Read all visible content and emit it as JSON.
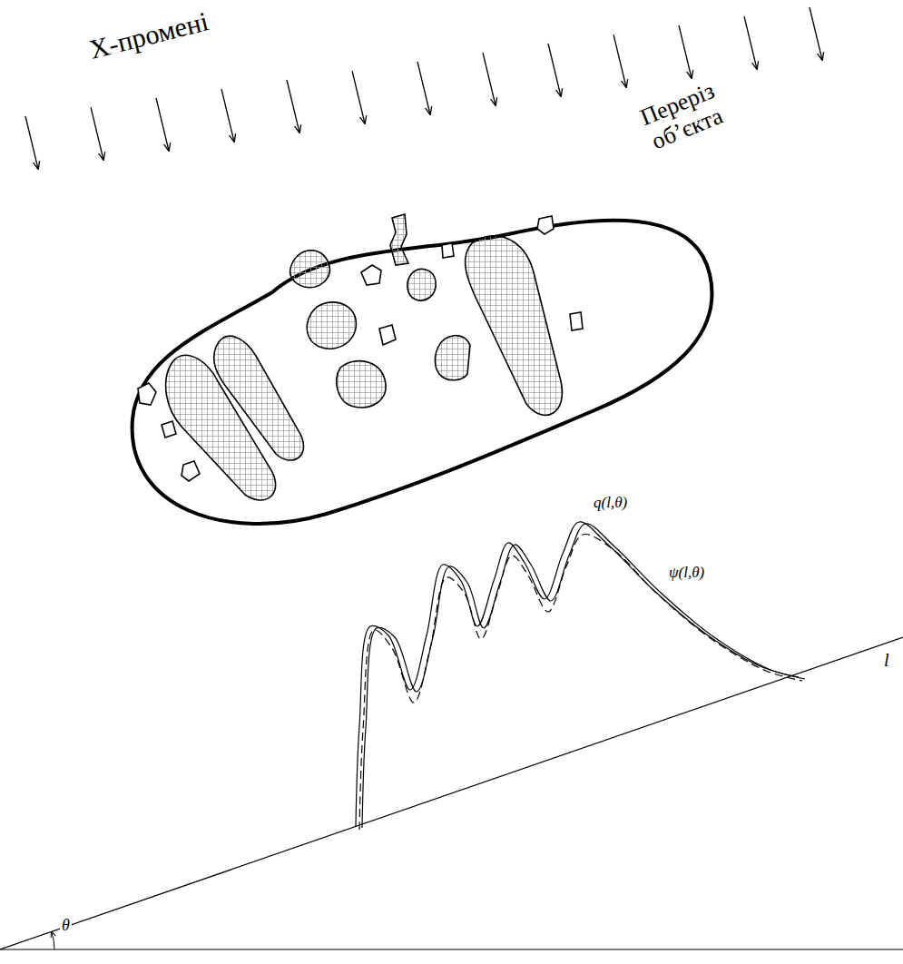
{
  "diagram": {
    "labels": [
      "X-промені",
      "Переріз об’єкта",
      "q(l,θ)",
      "ψ(l,θ)",
      "l",
      "θ"
    ]
  }
}
